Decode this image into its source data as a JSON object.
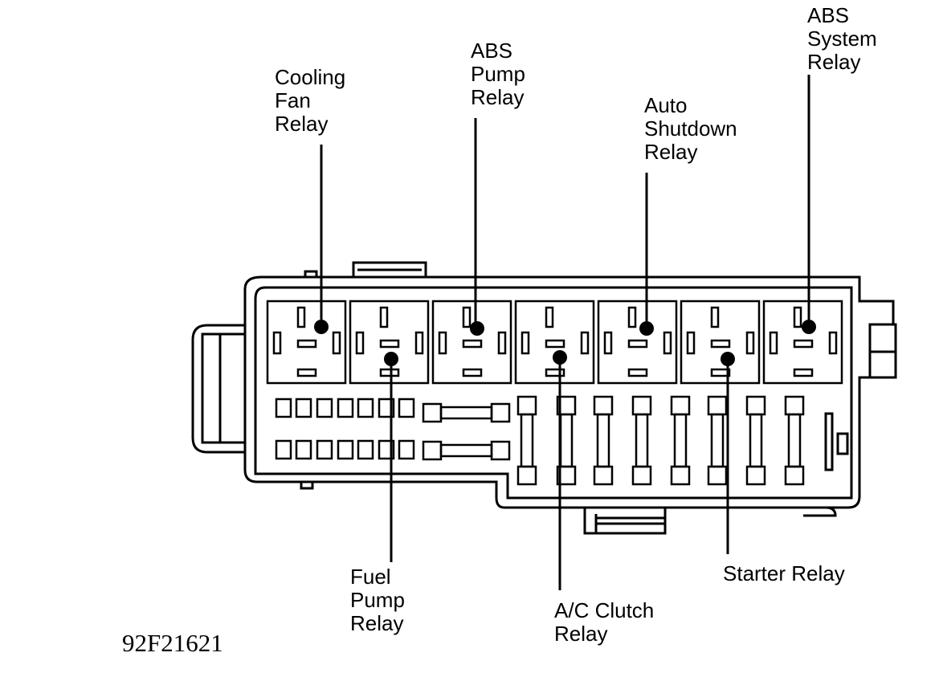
{
  "diagram": {
    "figure_code": "92F21621",
    "labels": {
      "cooling_fan_relay": "Cooling\nFan\nRelay",
      "abs_pump_relay": "ABS\nPump\nRelay",
      "auto_shutdown_relay": "Auto\nShutdown\nRelay",
      "abs_system_relay": "ABS\nSystem\nRelay",
      "fuel_pump_relay": "Fuel\nPump\nRelay",
      "ac_clutch_relay": "A/C Clutch\nRelay",
      "starter_relay": "Starter Relay"
    }
  }
}
